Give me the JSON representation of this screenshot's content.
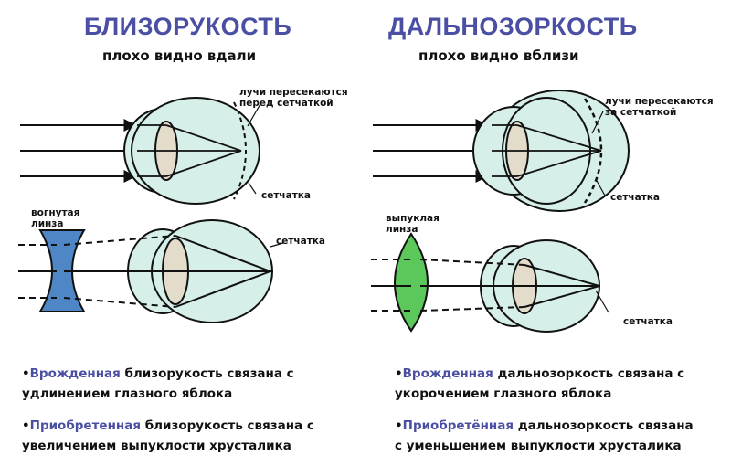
{
  "myopia": {
    "title": "БЛИЗОРУКОСТЬ",
    "subtitle": "плохо видно вдали",
    "rays_label": [
      "лучи пересекаются",
      "перед сетчаткой"
    ],
    "retina_label_1": "сетчатка",
    "retina_label_2": "сетчатка",
    "lens_label": [
      "вогнутая",
      "линза"
    ],
    "note1": {
      "bullet": "•",
      "highlight": "Врожденная",
      "line1_rest": " близорукость связана с",
      "line2": "удлинением глазного яблока"
    },
    "note2": {
      "bullet": "•",
      "highlight": "Приобретенная",
      "line1_rest": " близорукость связана с",
      "line2": "увеличением выпуклости хрусталика"
    }
  },
  "hyperopia": {
    "title": "ДАЛЬНОЗОРКОСТЬ",
    "subtitle": "плохо видно вблизи",
    "rays_label": [
      "лучи пересекаются",
      "за сетчаткой"
    ],
    "retina_label_1": "сетчатка",
    "retina_label_2": "сетчатка",
    "lens_label": [
      "выпуклая",
      "линза"
    ],
    "note1": {
      "bullet": "•",
      "highlight": "Врожденная",
      "line1_rest": " дальнозоркость связана с",
      "line2": "укорочением глазного яблока"
    },
    "note2": {
      "bullet": "•",
      "highlight": "Приобретённая",
      "line1_rest": " дальнозоркость связана",
      "line2": "с уменьшением выпуклости хрусталика"
    }
  },
  "colors": {
    "title": "#4a4fa3",
    "eye_fill": "#d6efe9",
    "crystalline_lens": "#e4dccb",
    "concave_lens": "#4f86c6",
    "convex_lens": "#5cc85c"
  }
}
